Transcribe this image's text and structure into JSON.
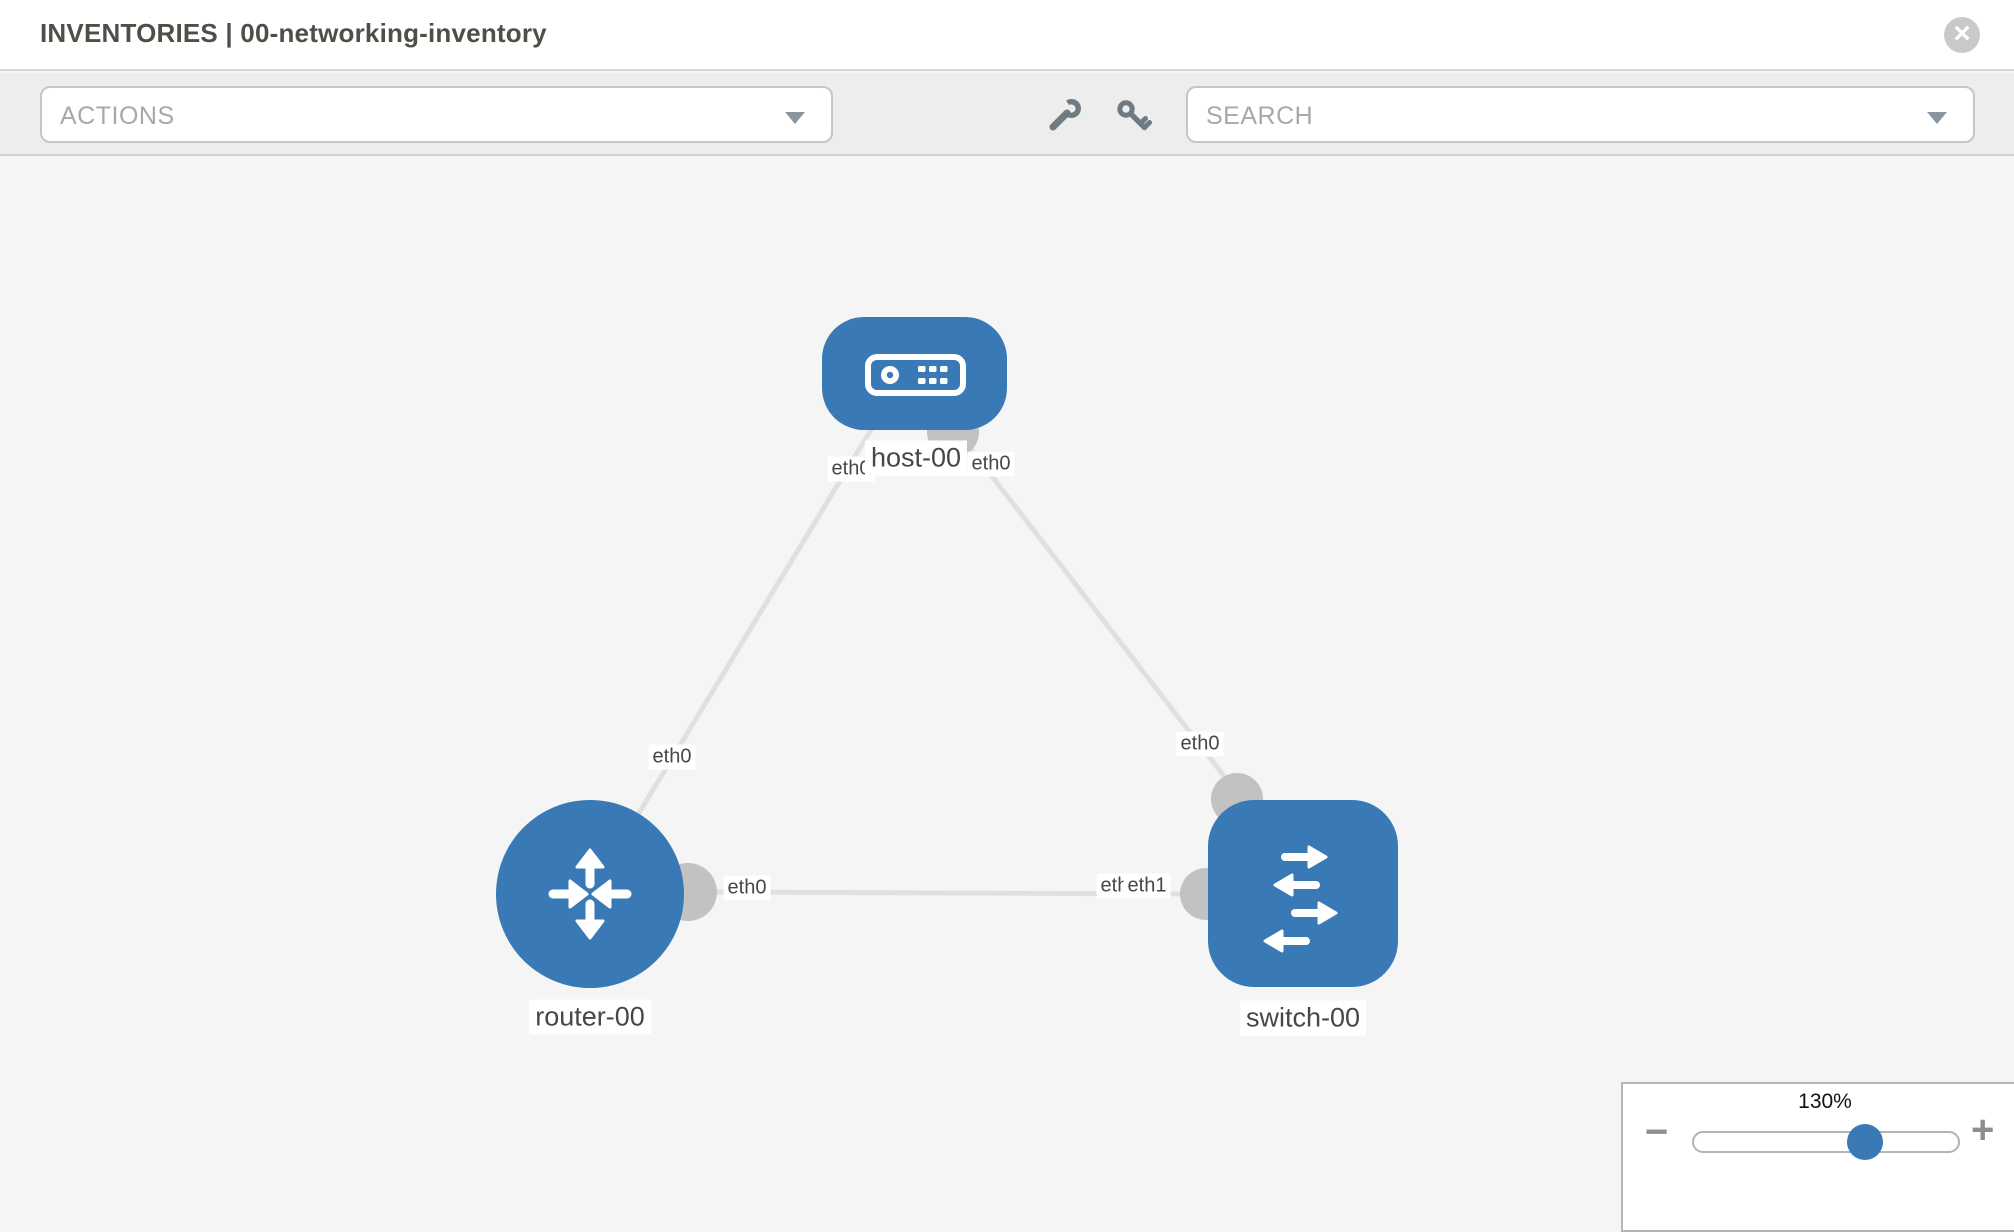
{
  "header": {
    "title": "INVENTORIES | 00-networking-inventory",
    "close": "×"
  },
  "toolbar": {
    "actions_label": "ACTIONS",
    "search_label": "SEARCH"
  },
  "topology": {
    "nodes": [
      {
        "label": "host-00",
        "type": "host"
      },
      {
        "label": "router-00",
        "type": "router"
      },
      {
        "label": "switch-00",
        "type": "switch"
      }
    ],
    "links": [
      {
        "from": "host-00",
        "to": "router-00"
      },
      {
        "from": "host-00",
        "to": "switch-00"
      },
      {
        "from": "router-00",
        "to": "switch-00"
      }
    ],
    "interface_labels": {
      "host_router_host_end": "eth0",
      "host_router_router_end": "eth0",
      "host_switch_host_end": "eth0",
      "host_switch_switch_end": "eth0",
      "router_switch_router_end": "eth0",
      "router_switch_switch_end_under": "eth0",
      "router_switch_switch_end_over": "eth1"
    }
  },
  "zoom": {
    "level": "130%",
    "minus": "−",
    "plus": "+"
  },
  "colors": {
    "node": "#3879b6",
    "link": "#e0e0e0",
    "endpoint": "#c2c2c2",
    "icon": "#6f7b83"
  }
}
